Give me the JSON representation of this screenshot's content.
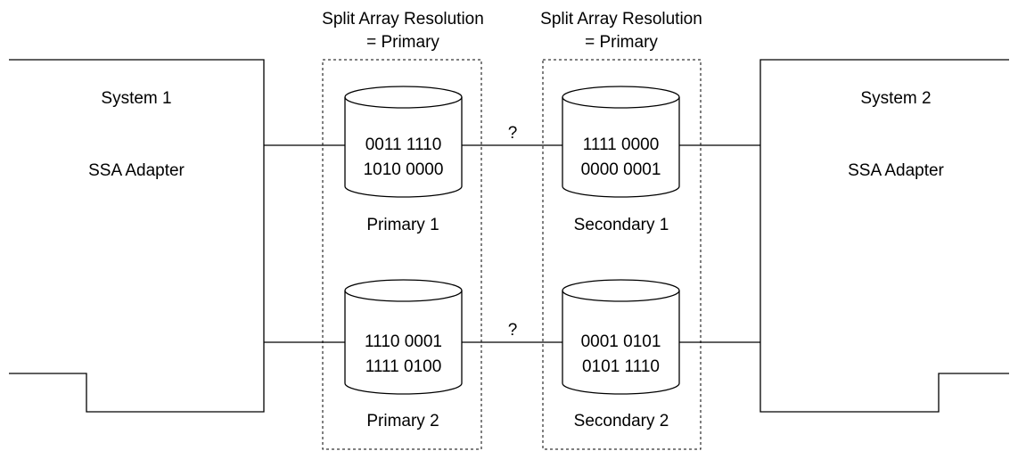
{
  "system1": {
    "title": "System 1",
    "adapter": "SSA Adapter"
  },
  "system2": {
    "title": "System 2",
    "adapter": "SSA Adapter"
  },
  "group_primary": {
    "label_line1": "Split Array Resolution",
    "label_line2": "= Primary"
  },
  "group_secondary": {
    "label_line1": "Split Array Resolution",
    "label_line2": "= Primary"
  },
  "disks": {
    "primary1": {
      "line1": "0011 1110",
      "line2": "1010 0000",
      "name": "Primary 1"
    },
    "primary2": {
      "line1": "1110 0001",
      "line2": "1111 0100",
      "name": "Primary 2"
    },
    "secondary1": {
      "line1": "1111 0000",
      "line2": "0000 0001",
      "name": "Secondary 1"
    },
    "secondary2": {
      "line1": "0001 0101",
      "line2": "0101 1110",
      "name": "Secondary 2"
    }
  },
  "links": {
    "top_label": "?",
    "bottom_label": "?"
  }
}
